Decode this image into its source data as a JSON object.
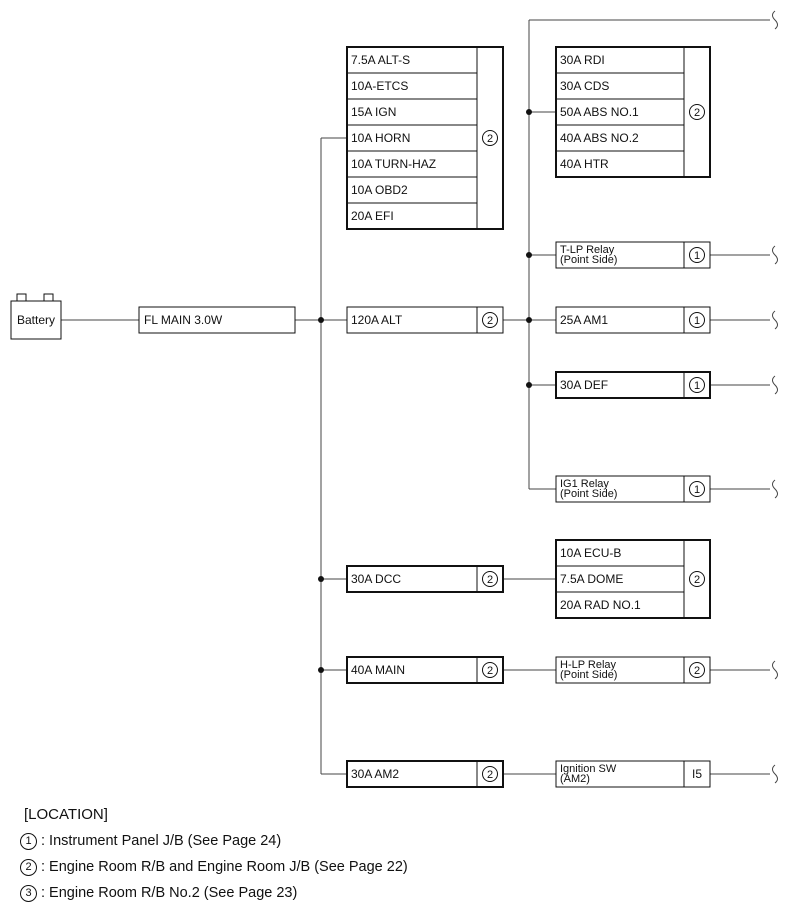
{
  "battery": "Battery",
  "main_fuse": "FL MAIN 3.0W",
  "fuse_blocks": [
    {
      "id": "jb-top",
      "items": [
        "7.5A ALT-S",
        "10A-ETCS",
        "15A IGN",
        "10A HORN",
        "10A TURN-HAZ",
        "10A OBD2",
        "20A EFI"
      ],
      "location": "2"
    },
    {
      "id": "alt",
      "items": [
        "120A ALT"
      ],
      "location": "2"
    },
    {
      "id": "dcc",
      "items": [
        "30A DCC"
      ],
      "location": "2"
    },
    {
      "id": "main",
      "items": [
        "40A MAIN"
      ],
      "location": "2"
    },
    {
      "id": "am2",
      "items": [
        "30A AM2"
      ],
      "location": "2"
    },
    {
      "id": "rdi-group",
      "items": [
        "30A RDI",
        "30A CDS",
        "50A ABS NO.1",
        "40A ABS NO.2",
        "40A HTR"
      ],
      "location": "2"
    },
    {
      "id": "tlp",
      "items": [
        "T-LP Relay\n(Point Side)"
      ],
      "location": "1"
    },
    {
      "id": "am1",
      "items": [
        "25A AM1"
      ],
      "location": "1"
    },
    {
      "id": "def",
      "items": [
        "30A DEF"
      ],
      "location": "1"
    },
    {
      "id": "ig1",
      "items": [
        "IG1 Relay\n(Point Side)"
      ],
      "location": "1"
    },
    {
      "id": "ecu-group",
      "items": [
        "10A ECU-B",
        "7.5A DOME",
        "20A RAD NO.1"
      ],
      "location": "2"
    },
    {
      "id": "hlp",
      "items": [
        "H-LP Relay\n(Point Side)"
      ],
      "location": "2"
    },
    {
      "id": "ign-sw",
      "items": [
        "Ignition SW\n(AM2)"
      ],
      "location": "I5"
    }
  ],
  "legend": {
    "title": "[LOCATION]",
    "items": [
      {
        "mark": "1",
        "text": ": Instrument Panel J/B (See Page 24)"
      },
      {
        "mark": "2",
        "text": ": Engine Room R/B and Engine Room J/B (See Page 22)"
      },
      {
        "mark": "3",
        "text": ": Engine Room R/B No.2 (See Page 23)"
      }
    ]
  }
}
